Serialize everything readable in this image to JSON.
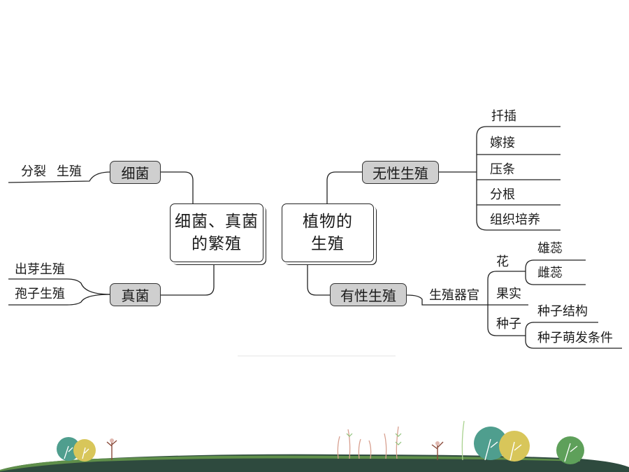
{
  "left_center": {
    "line1": "细菌、真菌",
    "line2": "的繁殖"
  },
  "right_center": {
    "line1": "植物的",
    "line2": "生殖"
  },
  "left_branches": {
    "bacteria": {
      "label": "细菌",
      "items": [
        "分裂",
        "生殖"
      ]
    },
    "fungi": {
      "label": "真菌",
      "items": [
        "出芽生殖",
        "孢子生殖"
      ]
    }
  },
  "right_branches": {
    "asexual": {
      "label": "无性生殖",
      "items": [
        "扦插",
        "嫁接",
        "压条",
        "分根",
        "组织培养"
      ]
    },
    "sexual": {
      "label": "有性生殖",
      "organ": "生殖器官",
      "flower": {
        "label": "花",
        "items": [
          "雄蕊",
          "雌蕊"
        ]
      },
      "fruit": {
        "label": "果实"
      },
      "seed": {
        "label": "种子",
        "items": [
          "种子结构",
          "种子萌发条件"
        ]
      }
    }
  }
}
